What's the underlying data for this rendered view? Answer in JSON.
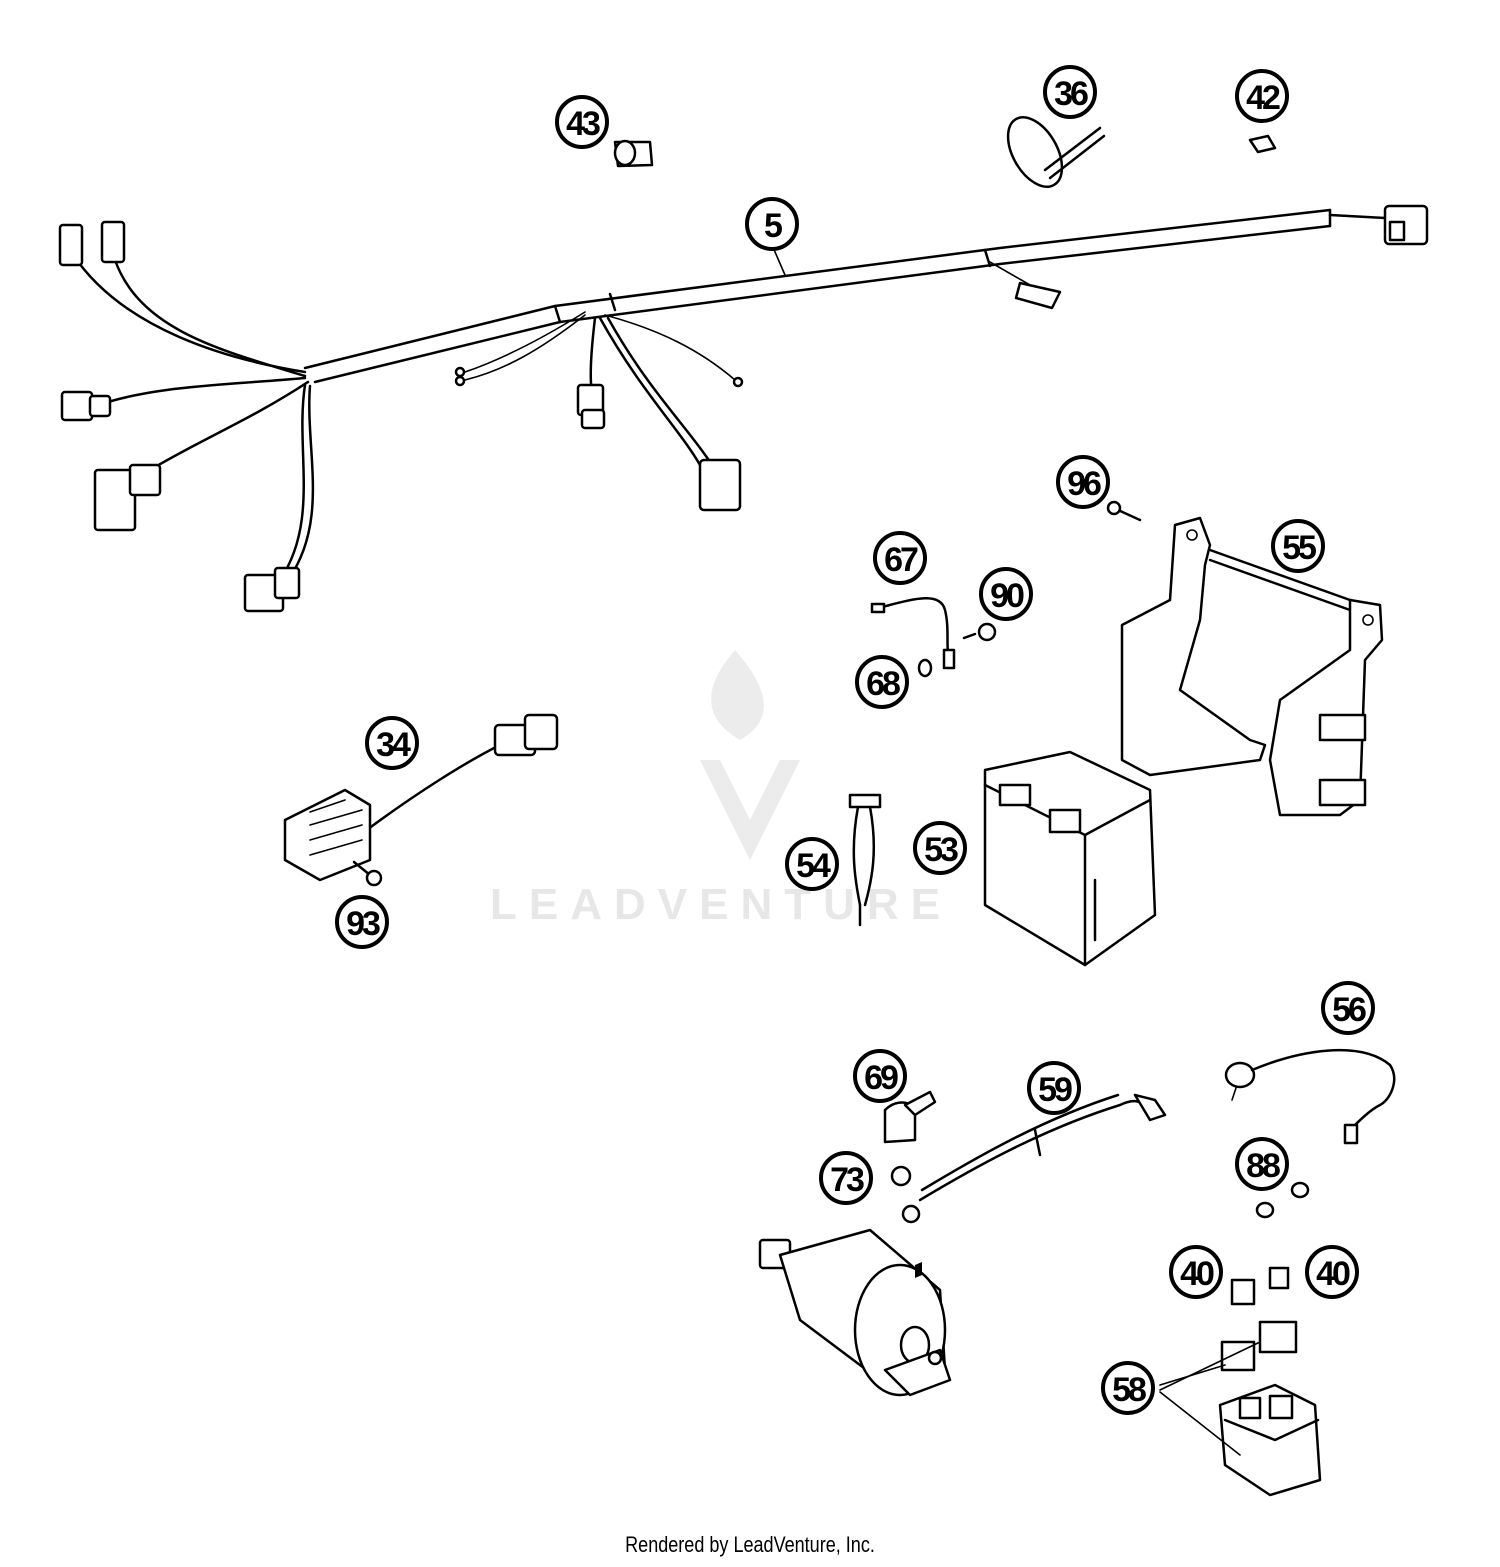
{
  "diagram": {
    "callouts": [
      {
        "id": "callout-5",
        "label": "5"
      },
      {
        "id": "callout-36",
        "label": "36"
      },
      {
        "id": "callout-42",
        "label": "42"
      },
      {
        "id": "callout-43",
        "label": "43"
      },
      {
        "id": "callout-96",
        "label": "96"
      },
      {
        "id": "callout-55",
        "label": "55"
      },
      {
        "id": "callout-67",
        "label": "67"
      },
      {
        "id": "callout-90",
        "label": "90"
      },
      {
        "id": "callout-68",
        "label": "68"
      },
      {
        "id": "callout-34",
        "label": "34"
      },
      {
        "id": "callout-93",
        "label": "93"
      },
      {
        "id": "callout-54",
        "label": "54"
      },
      {
        "id": "callout-53",
        "label": "53"
      },
      {
        "id": "callout-56",
        "label": "56"
      },
      {
        "id": "callout-69",
        "label": "69"
      },
      {
        "id": "callout-59",
        "label": "59"
      },
      {
        "id": "callout-73",
        "label": "73"
      },
      {
        "id": "callout-88",
        "label": "88"
      },
      {
        "id": "callout-40a",
        "label": "40"
      },
      {
        "id": "callout-40b",
        "label": "40"
      },
      {
        "id": "callout-58",
        "label": "58"
      }
    ],
    "watermark": "LEADVENTURE",
    "colors": {
      "line": "#000000",
      "background": "#ffffff",
      "watermark": "#e7e7e7"
    }
  },
  "footer": {
    "text": "Rendered by LeadVenture, Inc."
  }
}
